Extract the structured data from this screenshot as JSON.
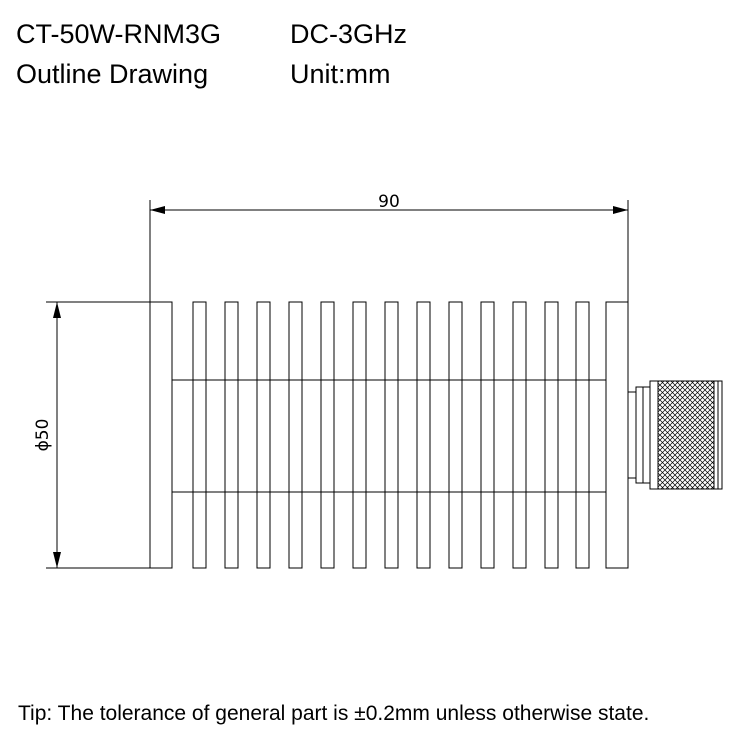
{
  "header": {
    "model": "CT-50W-RNM3G",
    "frequency": "DC-3GHz",
    "subtitle": "Outline Drawing",
    "unit": "Unit:mm"
  },
  "drawing": {
    "length_label": "90",
    "diameter_label": "ϕ50"
  },
  "footer": {
    "tip": "Tip: The tolerance of general part is ±0.2mm unless otherwise state."
  }
}
